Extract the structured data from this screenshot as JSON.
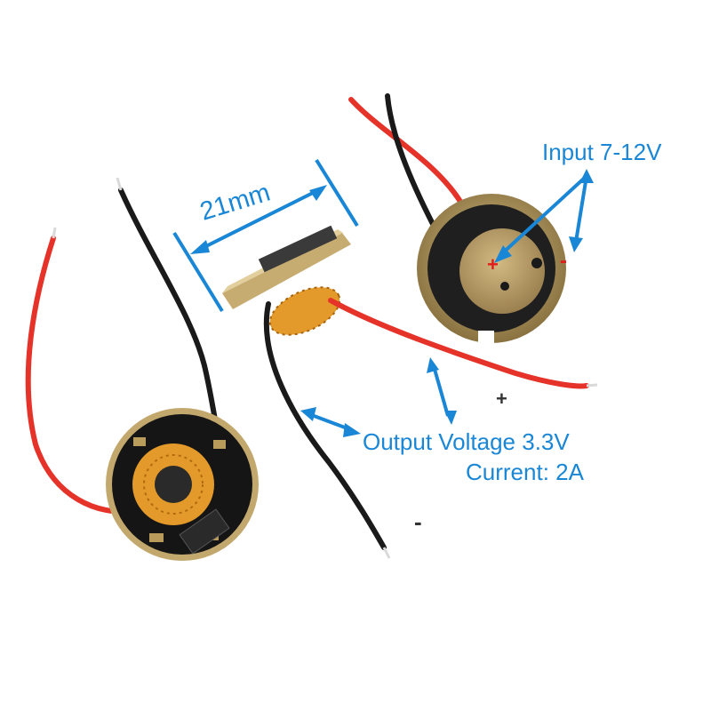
{
  "colors": {
    "annotation_blue": "#1a86d6",
    "wire_red": "#e5332a",
    "wire_black": "#1a1a1a",
    "pcb_gold": "#b59a5e",
    "inductor_orange": "#e39a2a"
  },
  "labels": {
    "dimension": "21mm",
    "input": "Input 7-12V",
    "output_line1": "Output Voltage 3.3V",
    "output_line2": "Current: 2A",
    "plus_sign": "+",
    "minus_sign": "-",
    "pcb_plus": "+",
    "pcb_minus": "-"
  }
}
